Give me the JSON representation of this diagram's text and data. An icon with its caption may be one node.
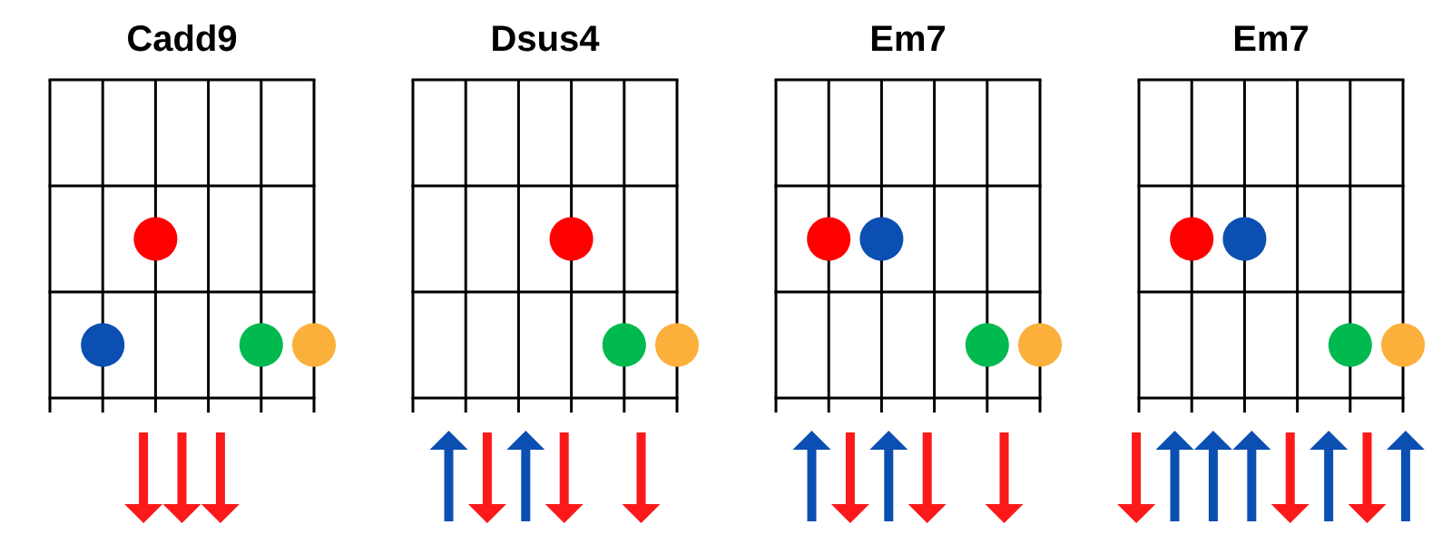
{
  "diagram": {
    "nodes": [
      {
        "text": [
          "Cadd9"
        ]
      },
      {
        "text": [],
        "shape": "circle",
        "in": 0
      },
      {
        "text": [],
        "shape": "circle",
        "in": 0
      },
      {
        "text": [],
        "shape": "circle",
        "in": 0
      },
      {
        "text": [],
        "shape": "circle",
        "in": 0
      },
      {
        "text": [
          "Dsus4"
        ]
      },
      {
        "text": [],
        "shape": "circle",
        "in": 5
      },
      {
        "text": [],
        "shape": "circle",
        "in": 5
      },
      {
        "text": [],
        "shape": "circle",
        "in": 5
      },
      {
        "text": [
          "Em7"
        ]
      },
      {
        "text": [],
        "shape": "circle",
        "in": 9
      },
      {
        "text": [],
        "shape": "circle",
        "in": 9
      },
      {
        "text": [],
        "shape": "circle",
        "in": 9
      },
      {
        "text": [],
        "shape": "circle",
        "in": 9
      },
      {
        "text": [
          "Em7"
        ]
      },
      {
        "text": [],
        "shape": "circle",
        "in": 14
      },
      {
        "text": [],
        "shape": "circle",
        "in": 14
      },
      {
        "text": [],
        "shape": "circle",
        "in": 14
      },
      {
        "text": [],
        "shape": "circle",
        "in": 14
      }
    ]
  }
}
